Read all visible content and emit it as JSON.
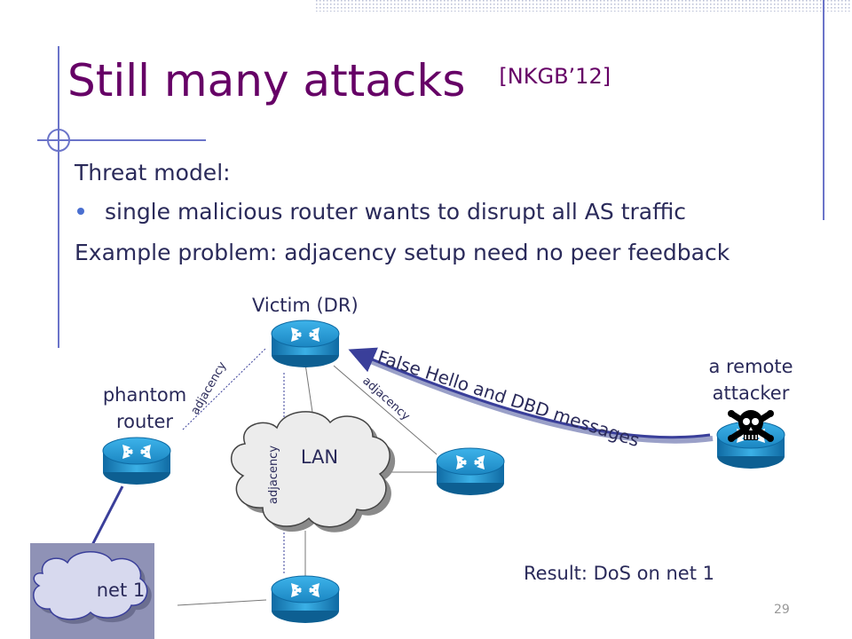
{
  "slide": {
    "title": "Still many attacks",
    "citation": "[NKGB’12]",
    "threat_model_heading": "Threat model:",
    "bullet": "single malicious router wants to disrupt all AS traffic",
    "example_problem": "Example problem:  adjacency setup need no peer feedback",
    "page_number": "29"
  },
  "diagram": {
    "victim_label": "Victim (DR)",
    "phantom_label_line1": "phantom",
    "phantom_label_line2": "router",
    "attacker_label_line1": "a remote",
    "attacker_label_line2": "attacker",
    "lan_label": "LAN",
    "net_label": "net 1",
    "adjacency_label": "adjacency",
    "messages_label": "False Hello and DBD messages",
    "result_label": "Result:  DoS on net 1"
  },
  "colors": {
    "title": "#660066",
    "text": "#2a2a5a",
    "bullet": "#4a6fd0",
    "router": "#2aa0d8",
    "arrow": "#3a3f9a",
    "frame": "#6b74c9"
  }
}
